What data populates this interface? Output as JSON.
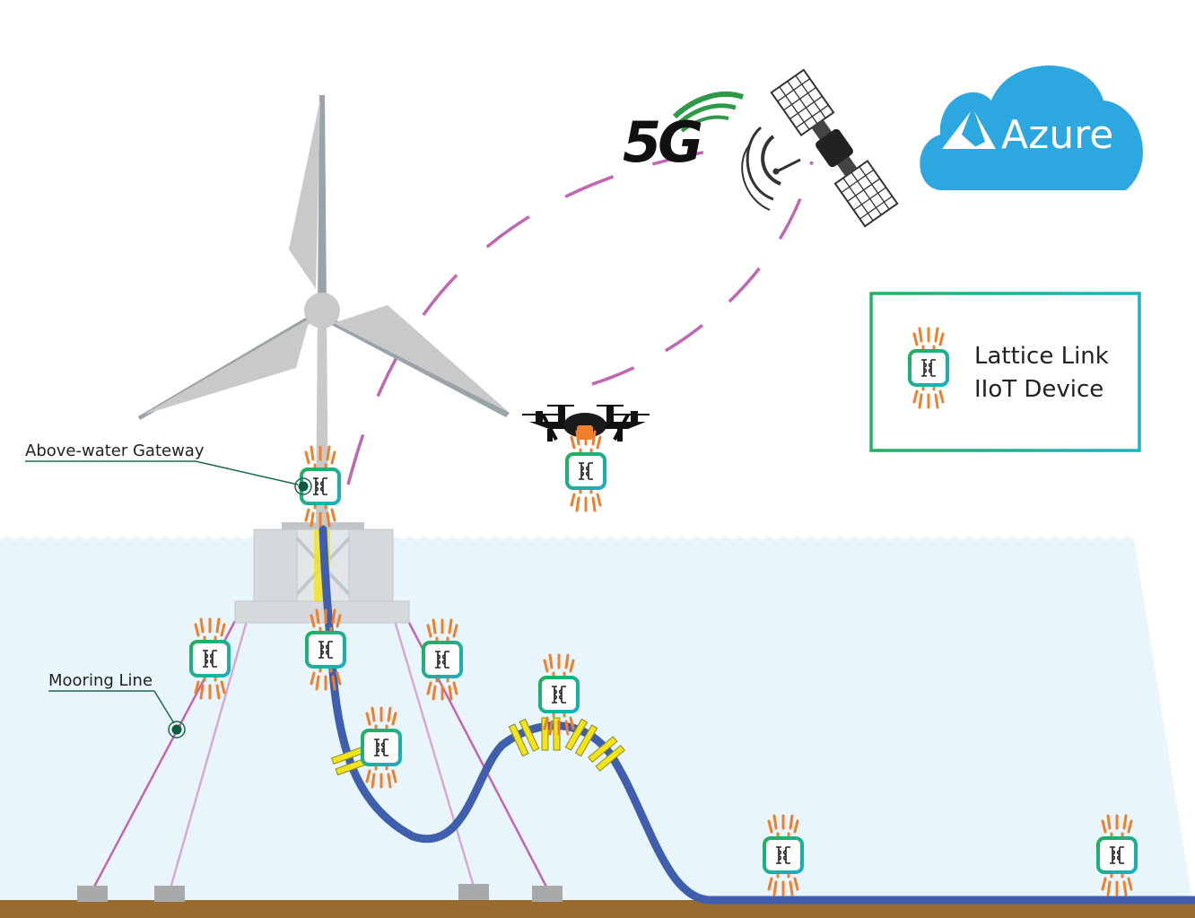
{
  "labels": {
    "five_g": "5G",
    "cloud": "Azure",
    "gateway": "Above-water Gateway",
    "mooring": "Mooring Line"
  },
  "legend": {
    "line1": "Lattice Link",
    "line2": "IIoT Device"
  },
  "colors": {
    "sky": "#ffffff",
    "sea": "#e8f5fb",
    "seabed": "#9a6b2f",
    "cable": "#3f5fae",
    "mooring": "#c166b3",
    "mooring_light": "#d7a9d2",
    "link_dash": "#c166b3",
    "turbine": "#c9c9c9",
    "turbine_edge": "#9aa3a8",
    "cloud": "#2da7e0",
    "device_border": "#1aa58a",
    "device_signal": "#f07f2c",
    "legend_border": "#1fb28f",
    "clamp": "#f3e31a"
  }
}
